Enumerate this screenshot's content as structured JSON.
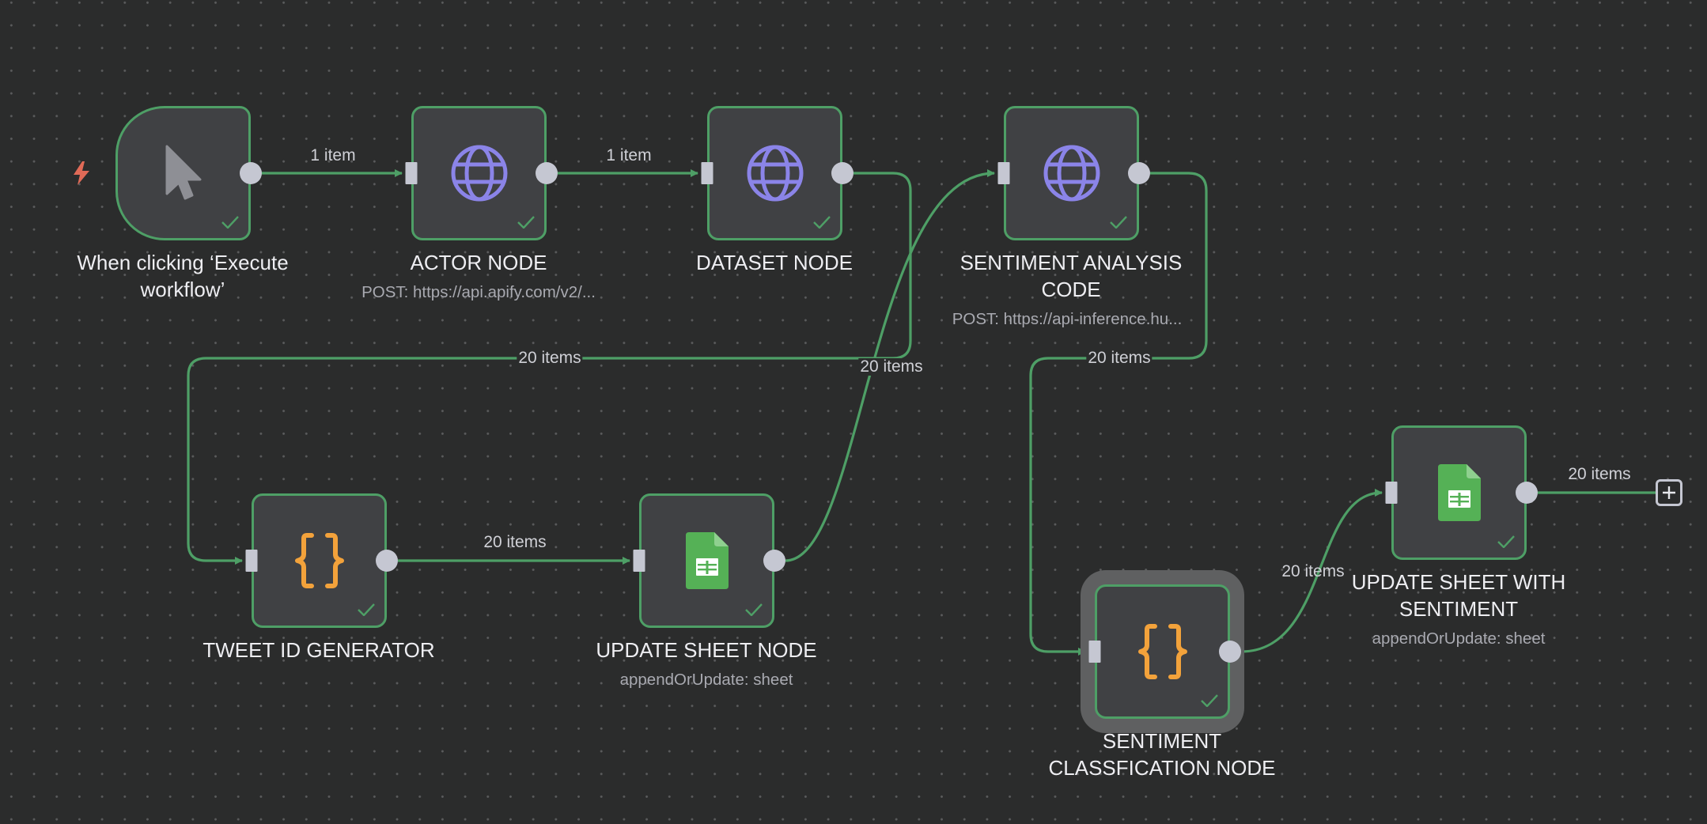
{
  "app": "Workflow editor canvas",
  "colors": {
    "background": "#2b2c2c",
    "node_fill": "#404144",
    "success_green": "#4e9f66",
    "handle": "#c5c7d2",
    "http_icon": "#8b84e8",
    "code_icon": "#f3a23b",
    "sheets_icon": "#55b156",
    "trigger_bolt": "#e06a57"
  },
  "nodes": {
    "trigger": {
      "title": "When clicking ‘Execute workflow’",
      "icon": "cursor-icon",
      "status": "success"
    },
    "actor": {
      "title": "ACTOR NODE",
      "subtitle": "POST: https://api.apify.com/v2/...",
      "icon": "globe-icon",
      "status": "success"
    },
    "dataset": {
      "title": "DATASET NODE",
      "icon": "globe-icon",
      "status": "success"
    },
    "sentiment_analysis": {
      "title": "SENTIMENT ANALYSIS CODE",
      "subtitle": "POST: https://api-inference.hu...",
      "icon": "globe-icon",
      "status": "success"
    },
    "tweet_id": {
      "title": "TWEET ID GENERATOR",
      "icon": "code-braces-icon",
      "status": "success"
    },
    "update_sheet": {
      "title": "UPDATE SHEET NODE",
      "subtitle": "appendOrUpdate: sheet",
      "icon": "google-sheets-icon",
      "status": "success"
    },
    "sentiment_class": {
      "title": "SENTIMENT CLASSFICATION NODE",
      "icon": "code-braces-icon",
      "status": "success",
      "selected": true
    },
    "update_sheet_sentiment": {
      "title": "UPDATE SHEET WITH SENTIMENT",
      "subtitle": "appendOrUpdate: sheet",
      "icon": "google-sheets-icon",
      "status": "success"
    }
  },
  "edges": [
    {
      "from": "trigger",
      "to": "actor",
      "label": "1 item"
    },
    {
      "from": "actor",
      "to": "dataset",
      "label": "1 item"
    },
    {
      "from": "dataset",
      "to": "tweet_id",
      "label": "20 items"
    },
    {
      "from": "tweet_id",
      "to": "update_sheet",
      "label": "20 items"
    },
    {
      "from": "update_sheet",
      "to": "sentiment_analysis",
      "label": "20 items"
    },
    {
      "from": "sentiment_analysis",
      "to": "sentiment_class",
      "label": "20 items"
    },
    {
      "from": "sentiment_class",
      "to": "update_sheet_sentiment",
      "label": "20 items"
    },
    {
      "from": "update_sheet_sentiment",
      "to": "add",
      "label": "20 items"
    }
  ],
  "add_button": {
    "icon": "plus-icon"
  }
}
